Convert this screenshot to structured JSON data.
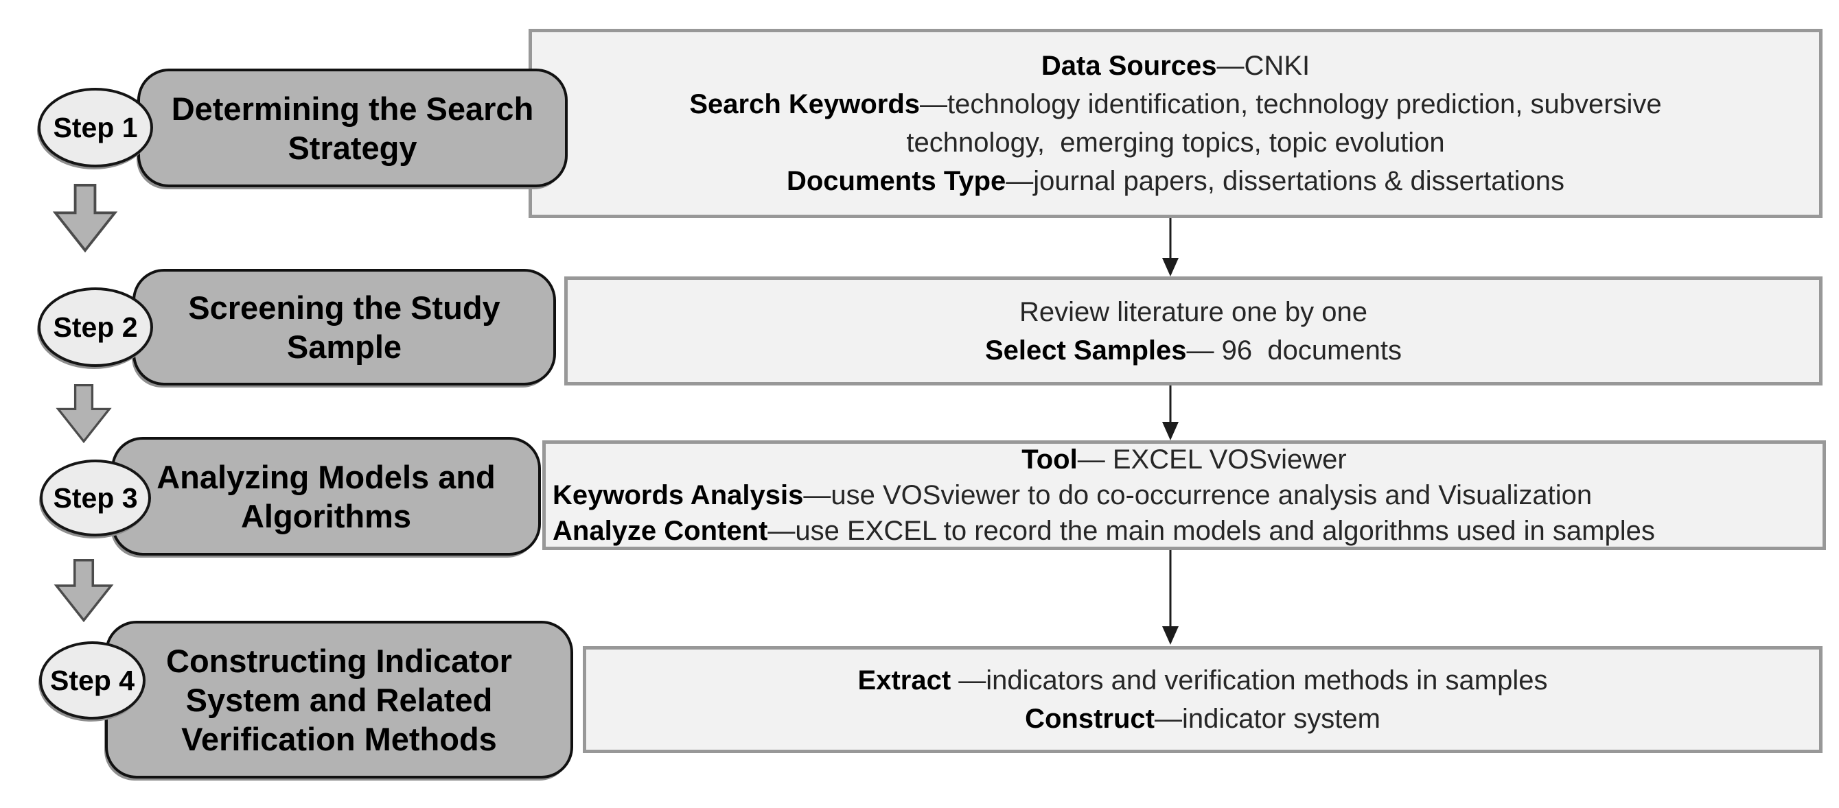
{
  "diagram_title": "Four-step research methodology flowchart",
  "colors": {
    "title_box_fill": "#b3b3b3",
    "title_box_border": "#111111",
    "detail_box_fill": "#f2f2f2",
    "detail_box_border": "#989898",
    "ellipse_fill": "#ececec",
    "block_arrow_fill": "#b3b3b3",
    "block_arrow_border": "#4c4c4c",
    "flow_arrow": "#1c1c1c",
    "text": "#000000"
  },
  "rows": [
    {
      "badge": "Step 1",
      "title": "Determining the Search\nStrategy",
      "lines": [
        {
          "bold": "Data Sources",
          "text": "—CNKI",
          "align": "center"
        },
        {
          "bold": "Search Keywords",
          "text": "—technology identification, technology prediction, subversive",
          "align": "center"
        },
        {
          "bold": "",
          "text": "technology,  emerging topics, topic evolution",
          "align": "center"
        },
        {
          "bold": "Documents Type",
          "text": "—journal papers, dissertations & dissertations",
          "align": "center"
        }
      ]
    },
    {
      "badge": "Step 2",
      "title": "Screening the Study\nSample",
      "lines": [
        {
          "bold": "",
          "text": "Review literature one by one",
          "align": "center"
        },
        {
          "bold": "Select Samples",
          "text": "— 96  documents",
          "align": "center"
        }
      ]
    },
    {
      "badge": "Step 3",
      "title": "Analyzing Models and\nAlgorithms",
      "lines": [
        {
          "bold": "Tool",
          "text": "— EXCEL VOSviewer",
          "align": "center"
        },
        {
          "bold": "Keywords Analysis",
          "text": "—use VOSviewer to do co-occurrence analysis and Visualization",
          "align": "left"
        },
        {
          "bold": "Analyze Content",
          "text": "—use EXCEL to record the main models and algorithms used in samples",
          "align": "left"
        }
      ]
    },
    {
      "badge": "Step 4",
      "title": "Constructing Indicator\nSystem and Related\nVerification Methods",
      "lines": [
        {
          "bold": "Extract",
          "text": " —indicators and verification methods in samples",
          "align": "center"
        },
        {
          "bold": "Construct",
          "text": "—indicator system",
          "align": "center"
        }
      ]
    }
  ]
}
